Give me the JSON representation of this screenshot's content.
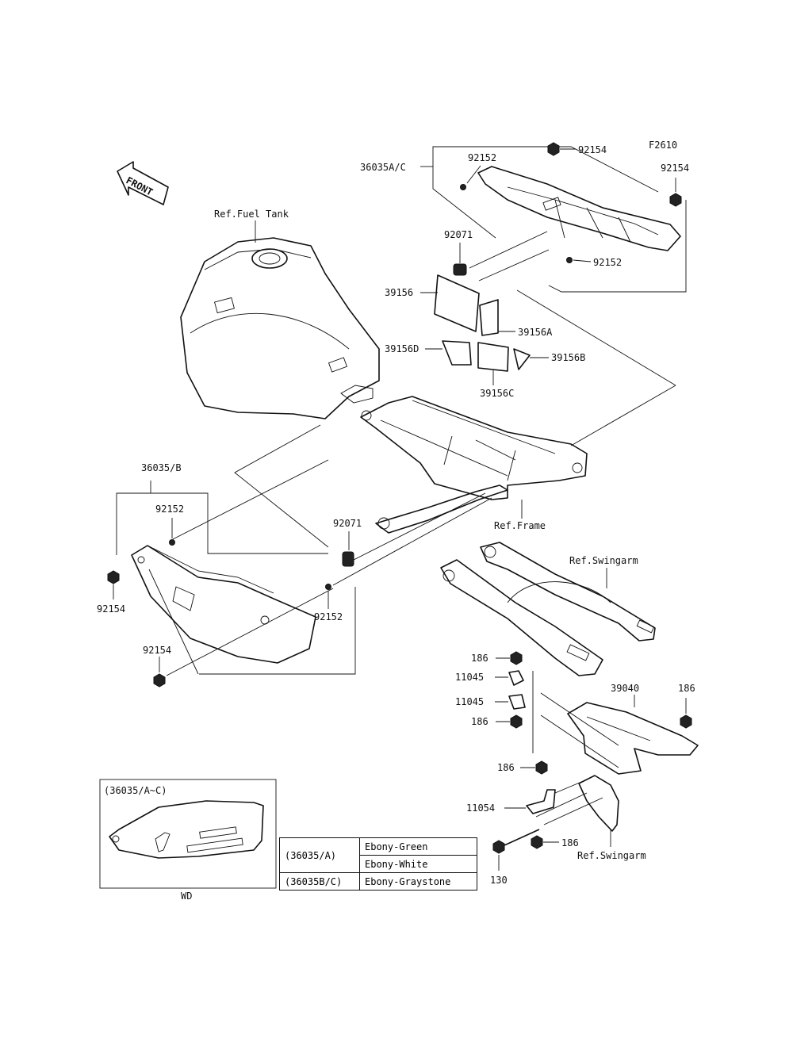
{
  "figure_code": "F2610",
  "front_arrow_label": "FRONT",
  "callouts": {
    "l_36035AC": "36035A/C",
    "l_92152_top": "92152",
    "l_92154_top": "92154",
    "l_92154_right": "92154",
    "l_92071_top": "92071",
    "l_92152_right": "92152",
    "l_39156": "39156",
    "l_39156A": "39156A",
    "l_39156D": "39156D",
    "l_39156B": "39156B",
    "l_39156C": "39156C",
    "l_ref_fuel_tank": "Ref.Fuel Tank",
    "l_36035B": "36035/B",
    "l_92152_left": "92152",
    "l_92154_left": "92154",
    "l_92071_mid": "92071",
    "l_92152_mid": "92152",
    "l_92154_bottom": "92154",
    "l_ref_frame": "Ref.Frame",
    "l_ref_swingarm_top": "Ref.Swingarm",
    "l_186_a": "186",
    "l_11045_a": "11045",
    "l_11045_b": "11045",
    "l_186_b": "186",
    "l_39040": "39040",
    "l_186_c": "186",
    "l_186_d": "186",
    "l_11054": "11054",
    "l_186_e": "186",
    "l_ref_swingarm_bottom": "Ref.Swingarm",
    "l_130": "130"
  },
  "inset": {
    "title": "(36035/A~C)",
    "caption": "WD"
  },
  "color_table": {
    "rows": [
      {
        "code": "(36035/A)",
        "color": "Ebony-Green"
      },
      {
        "code": "",
        "color": "Ebony-White"
      },
      {
        "code": "(36035B/C)",
        "color": "Ebony-Graystone"
      }
    ]
  }
}
